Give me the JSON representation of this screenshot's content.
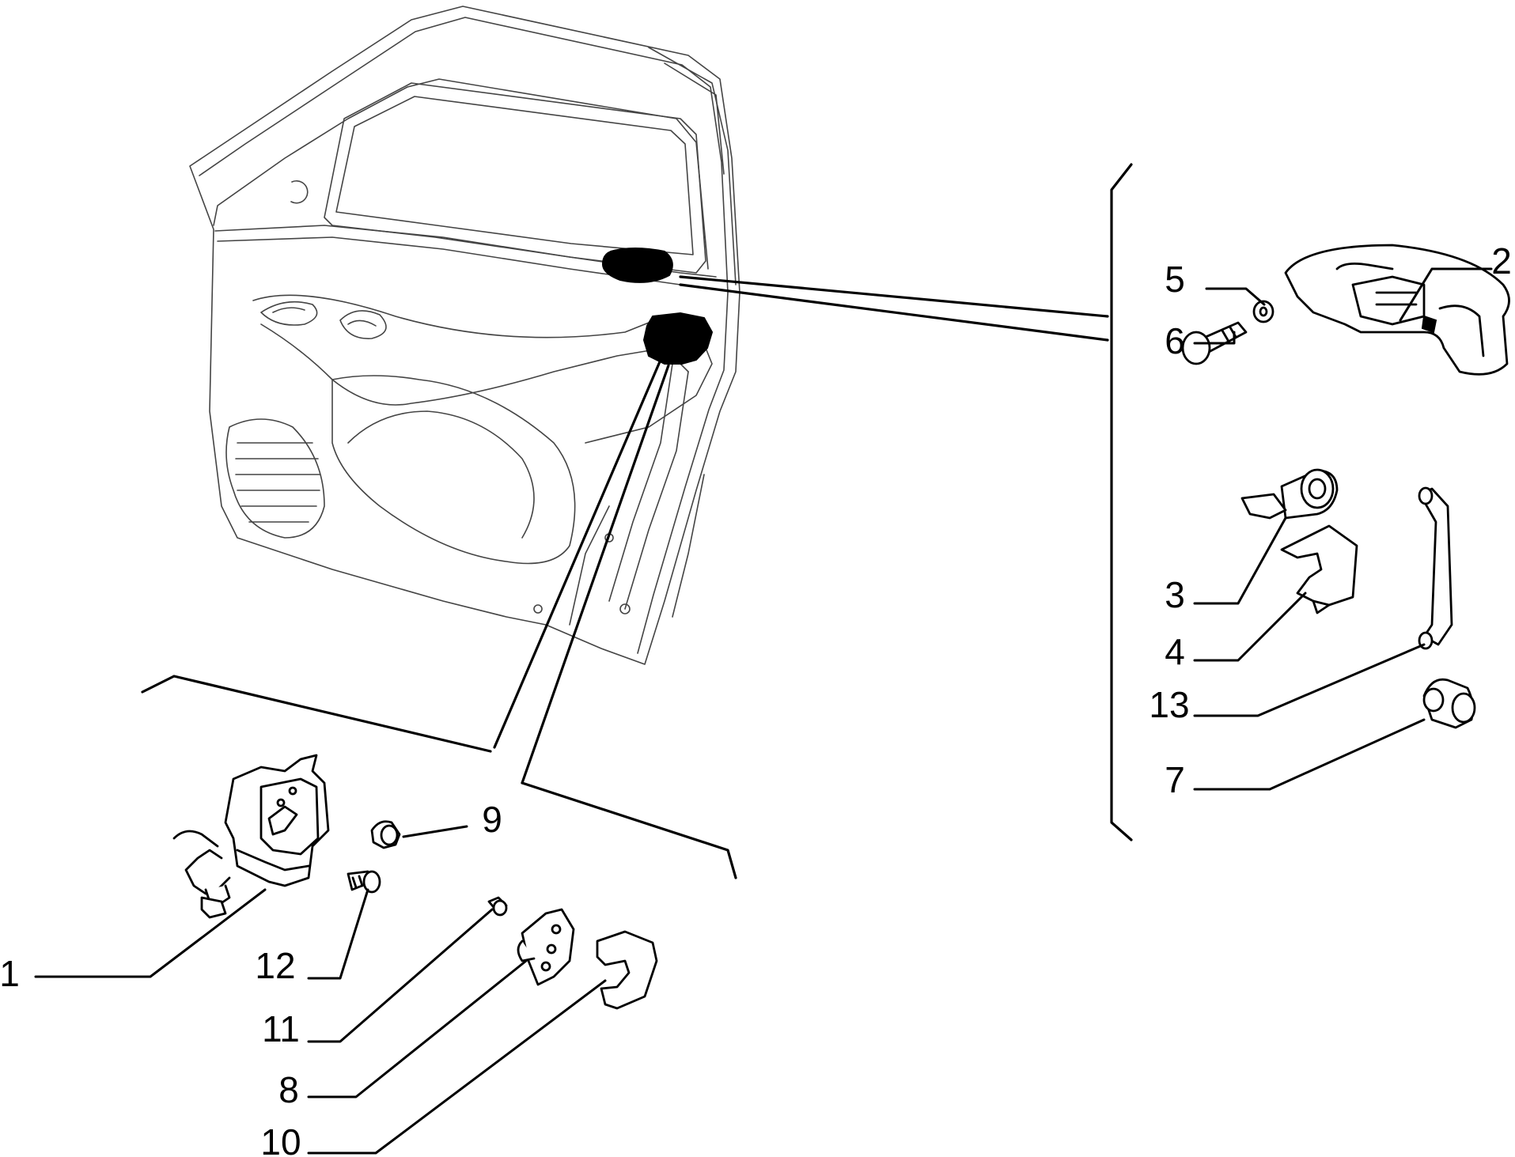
{
  "callouts": [
    {
      "id": "1",
      "text": "1"
    },
    {
      "id": "2",
      "text": "2"
    },
    {
      "id": "3",
      "text": "3"
    },
    {
      "id": "4",
      "text": "4"
    },
    {
      "id": "5",
      "text": "5"
    },
    {
      "id": "6",
      "text": "6"
    },
    {
      "id": "7",
      "text": "7"
    },
    {
      "id": "8",
      "text": "8"
    },
    {
      "id": "9",
      "text": "9"
    },
    {
      "id": "10",
      "text": "10"
    },
    {
      "id": "11",
      "text": "11"
    },
    {
      "id": "12",
      "text": "12"
    },
    {
      "id": "13",
      "text": "13"
    }
  ],
  "colors": {
    "line": "#000000",
    "door_outline": "#444444",
    "background": "#ffffff"
  }
}
